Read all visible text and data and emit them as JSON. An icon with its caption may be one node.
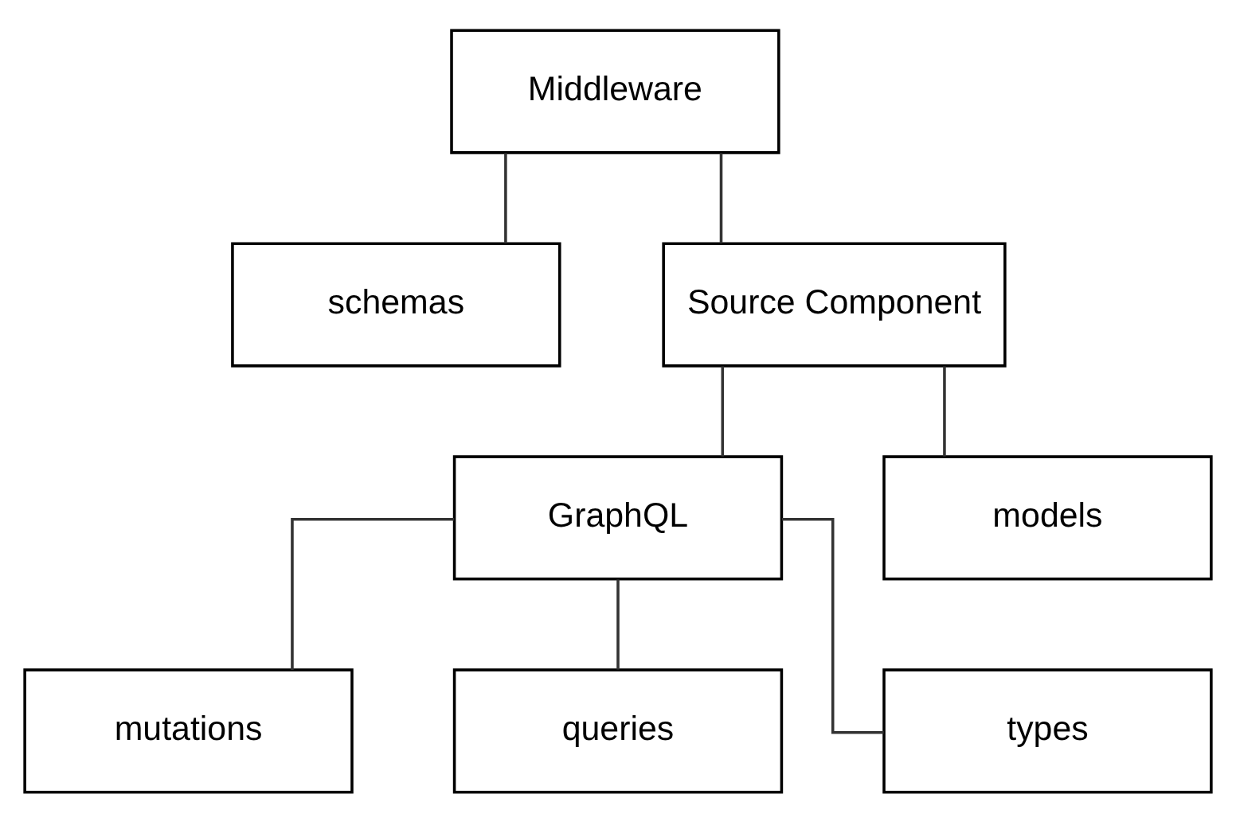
{
  "diagram": {
    "nodes": [
      {
        "text": [
          "Middleware"
        ]
      },
      {
        "text": [
          "schemas"
        ]
      },
      {
        "text": [
          "Source Component"
        ]
      },
      {
        "text": [
          "GraphQL"
        ]
      },
      {
        "text": [
          "models"
        ]
      },
      {
        "text": [
          "mutations"
        ]
      },
      {
        "text": [
          "queries"
        ]
      },
      {
        "text": [
          "types"
        ]
      }
    ],
    "edges": [
      {
        "from": 0,
        "to": 1,
        "arrow": "none"
      },
      {
        "from": 0,
        "to": 2,
        "arrow": "none"
      },
      {
        "from": 2,
        "to": 3,
        "arrow": "none"
      },
      {
        "from": 2,
        "to": 4,
        "arrow": "none"
      },
      {
        "from": 3,
        "to": 5,
        "arrow": "none"
      },
      {
        "from": 3,
        "to": 6,
        "arrow": "none"
      },
      {
        "from": 3,
        "to": 7,
        "arrow": "none"
      }
    ]
  }
}
